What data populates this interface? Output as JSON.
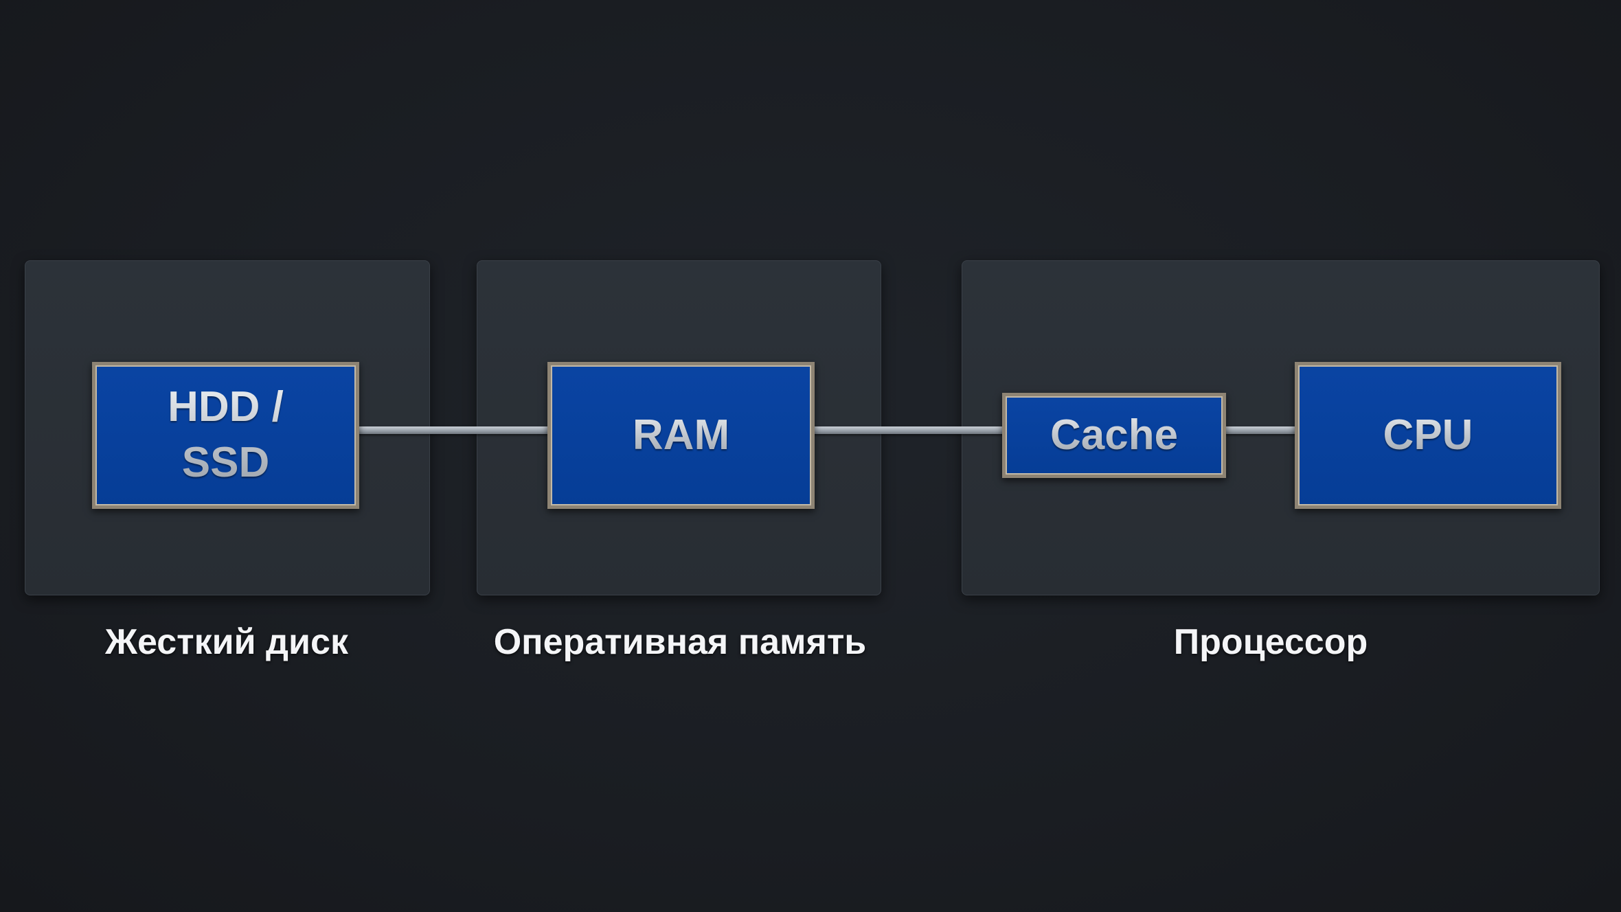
{
  "diagram": {
    "title": "Memory hierarchy",
    "groups": [
      {
        "id": "storage",
        "label": "Жесткий диск"
      },
      {
        "id": "memory",
        "label": "Оперативная память"
      },
      {
        "id": "processor",
        "label": "Процессор"
      }
    ],
    "nodes": {
      "hdd": {
        "label": "HDD /\nSSD",
        "group": "storage"
      },
      "ram": {
        "label": "RAM",
        "group": "memory"
      },
      "cache": {
        "label": "Cache",
        "group": "processor"
      },
      "cpu": {
        "label": "CPU",
        "group": "processor"
      }
    },
    "edges": [
      {
        "from": "hdd",
        "to": "ram"
      },
      {
        "from": "ram",
        "to": "cache"
      },
      {
        "from": "cache",
        "to": "cpu"
      }
    ],
    "colors": {
      "background": "#1a1d22",
      "panel": "#2a2f35",
      "chip_fill": "#0842a0",
      "chip_border": "#8e8474",
      "connector": "#b0b7bf",
      "caption_text": "#f4f5f7"
    }
  }
}
